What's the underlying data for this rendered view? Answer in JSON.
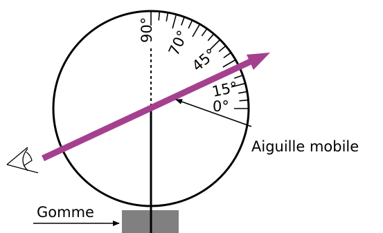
{
  "labels": {
    "degree_90": "90°",
    "degree_70": "70°",
    "degree_45": "45°",
    "degree_15": "15°",
    "degree_0": "0°",
    "moving_needle": "Aiguille mobile",
    "eraser": "Gomme"
  },
  "colors": {
    "pointer": "#a5408f",
    "eraser_block": "#808080",
    "ink": "#000000"
  },
  "icons": {
    "observer": "eye-icon"
  }
}
